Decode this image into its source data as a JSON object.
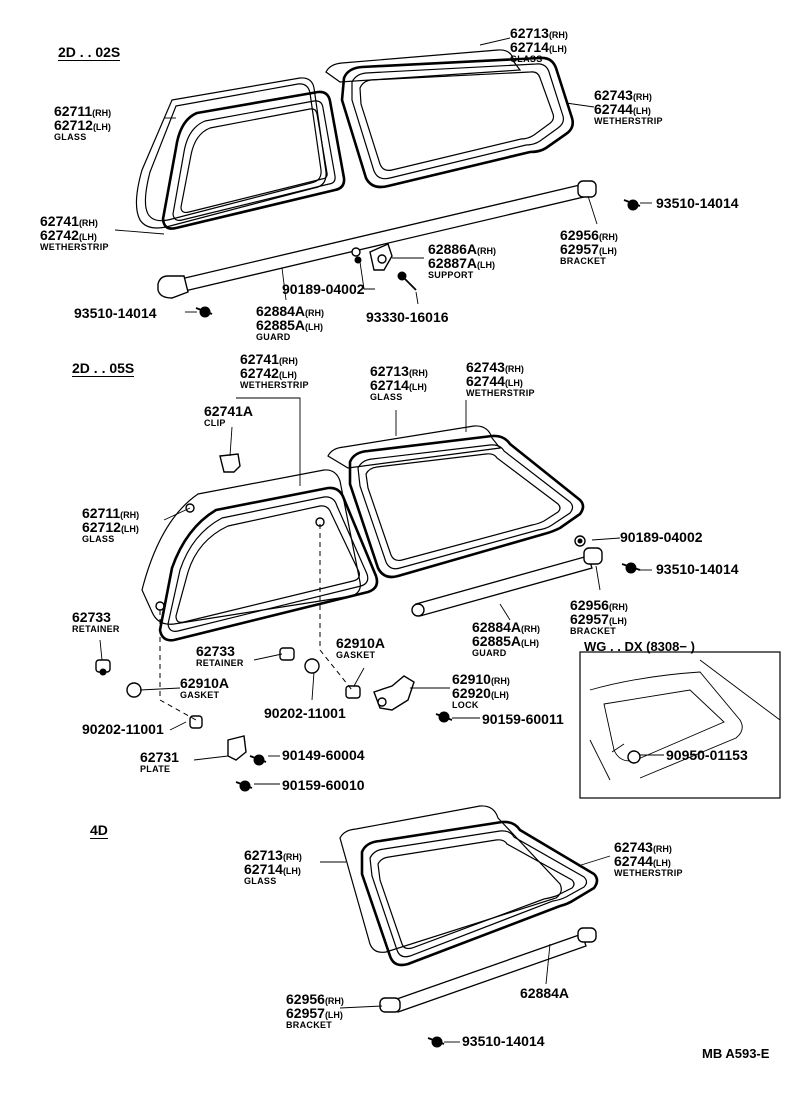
{
  "sections": {
    "s1": "2D . . 02S",
    "s2": "2D . . 05S",
    "s3": "4D",
    "inset": "WG . . DX (8308−      )"
  },
  "footer_code": "MB A593-E",
  "labels": {
    "s1_glass_front": {
      "n1": "62711",
      "s1": "(RH)",
      "n2": "62712",
      "s2": "(LH)",
      "name": "GLASS"
    },
    "s1_glass_rear": {
      "n1": "62713",
      "s1": "(RH)",
      "n2": "62714",
      "s2": "(LH)",
      "name": "GLASS"
    },
    "s1_weather_rear": {
      "n1": "62743",
      "s1": "(RH)",
      "n2": "62744",
      "s2": "(LH)",
      "name": "WETHERSTRIP"
    },
    "s1_weather_front": {
      "n1": "62741",
      "s1": "(RH)",
      "n2": "62742",
      "s2": "(LH)",
      "name": "WETHERSTRIP"
    },
    "s1_support": {
      "n1": "62886A",
      "s1": "(RH)",
      "n2": "62887A",
      "s2": "(LH)",
      "name": "SUPPORT"
    },
    "s1_bracket": {
      "n1": "62956",
      "s1": "(RH)",
      "n2": "62957",
      "s2": "(LH)",
      "name": "BRACKET"
    },
    "s1_guard": {
      "n1": "62884A",
      "s1": "(RH)",
      "n2": "62885A",
      "s2": "(LH)",
      "name": "GUARD"
    },
    "s2_weather_front": {
      "n1": "62741",
      "s1": "(RH)",
      "n2": "62742",
      "s2": "(LH)",
      "name": "WETHERSTRIP"
    },
    "s2_glass_rear": {
      "n1": "62713",
      "s1": "(RH)",
      "n2": "62714",
      "s2": "(LH)",
      "name": "GLASS"
    },
    "s2_weather_rear": {
      "n1": "62743",
      "s1": "(RH)",
      "n2": "62744",
      "s2": "(LH)",
      "name": "WETHERSTRIP"
    },
    "s2_glass_front": {
      "n1": "62711",
      "s1": "(RH)",
      "n2": "62712",
      "s2": "(LH)",
      "name": "GLASS"
    },
    "s2_bracket": {
      "n1": "62956",
      "s1": "(RH)",
      "n2": "62957",
      "s2": "(LH)",
      "name": "BRACKET"
    },
    "s2_guard": {
      "n1": "62884A",
      "s1": "(RH)",
      "n2": "62885A",
      "s2": "(LH)",
      "name": "GUARD"
    },
    "s2_lock": {
      "n1": "62910",
      "s1": "(RH)",
      "n2": "62920",
      "s2": "(LH)",
      "name": "LOCK"
    },
    "s3_glass": {
      "n1": "62713",
      "s1": "(RH)",
      "n2": "62714",
      "s2": "(LH)",
      "name": "GLASS"
    },
    "s3_weather": {
      "n1": "62743",
      "s1": "(RH)",
      "n2": "62744",
      "s2": "(LH)",
      "name": "WETHERSTRIP"
    },
    "s3_bracket": {
      "n1": "62956",
      "s1": "(RH)",
      "n2": "62957",
      "s2": "(LH)",
      "name": "BRACKET"
    }
  },
  "single_labels": {
    "s1_screw_right": "93510-14014",
    "s1_screw_left": "93510-14014",
    "s1_bolt_a": "90189-04002",
    "s1_bolt_b": "93330-16016",
    "s2_clip": {
      "n": "62741A",
      "name": "CLIP"
    },
    "s2_retainer_left": {
      "n": "62733",
      "name": "RETAINER"
    },
    "s2_retainer_mid": {
      "n": "62733",
      "name": "RETAINER"
    },
    "s2_gasket_left": {
      "n": "62910A",
      "name": "GASKET"
    },
    "s2_gasket_right": {
      "n": "62910A",
      "name": "GASKET"
    },
    "s2_plate": {
      "n": "62731",
      "name": "PLATE"
    },
    "s2_nut_left": "90202-11001",
    "s2_nut_mid": "90202-11001",
    "s2_bolt_top": "90189-04002",
    "s2_screw_right": "93510-14014",
    "s2_screw_lock": "90159-60011",
    "s2_screw_plate_a": "90149-60004",
    "s2_screw_plate_b": "90159-60010",
    "inset_part": "90950-01153",
    "s3_guard": "62884A",
    "s3_screw": "93510-14014"
  }
}
